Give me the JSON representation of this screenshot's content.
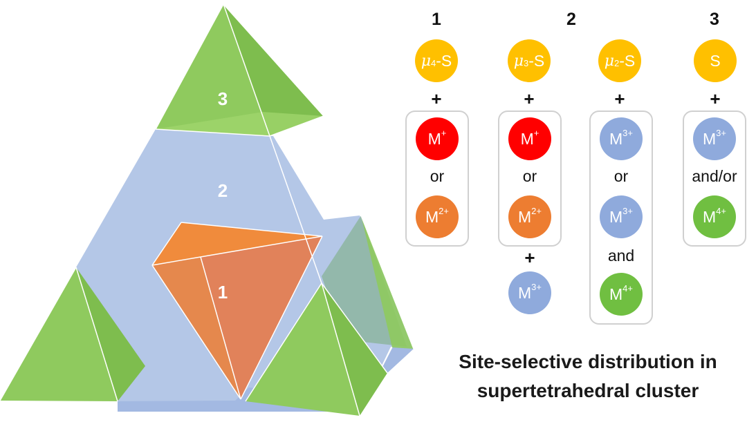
{
  "regions": {
    "outer": "3",
    "middle": "2",
    "core": "1"
  },
  "columns": [
    {
      "number": "1",
      "site_symbol": "μ",
      "site_sub": "4",
      "site_rest": "-S",
      "plus": "+",
      "ions": [
        {
          "base": "M",
          "charge": "+"
        },
        {
          "base": "M",
          "charge": "2+"
        }
      ],
      "connectors": [
        "or"
      ]
    },
    {
      "number": "2",
      "site_symbol": "μ",
      "site_sub": "3",
      "site_rest": "-S",
      "plus": "+",
      "ions": [
        {
          "base": "M",
          "charge": "+"
        },
        {
          "base": "M",
          "charge": "2+"
        }
      ],
      "connectors": [
        "or"
      ],
      "extra_plus": "+",
      "extra_ion": {
        "base": "M",
        "charge": "3+"
      }
    },
    {
      "number": "",
      "site_symbol": "μ",
      "site_sub": "2",
      "site_rest": "-S",
      "plus": "+",
      "ions": [
        {
          "base": "M",
          "charge": "3+"
        },
        {
          "base": "M",
          "charge": "3+"
        },
        {
          "base": "M",
          "charge": "4+"
        }
      ],
      "connectors": [
        "or",
        "and"
      ]
    },
    {
      "number": "3",
      "site_label": "S",
      "plus": "+",
      "ions": [
        {
          "base": "M",
          "charge": "3+"
        },
        {
          "base": "M",
          "charge": "4+"
        }
      ],
      "connectors": [
        "and/or"
      ]
    }
  ],
  "caption": {
    "line1": "Site-selective distribution in",
    "line2": "supertetrahedral cluster"
  },
  "colors": {
    "S": "#ffc000",
    "M1": "#ff0000",
    "M2": "#ed7d31",
    "M3": "#8faadc",
    "M4": "#70bf41",
    "green_face": "#8fca5e",
    "blue_face": "#b4c7e7",
    "orange_face": "#ed7d31"
  }
}
